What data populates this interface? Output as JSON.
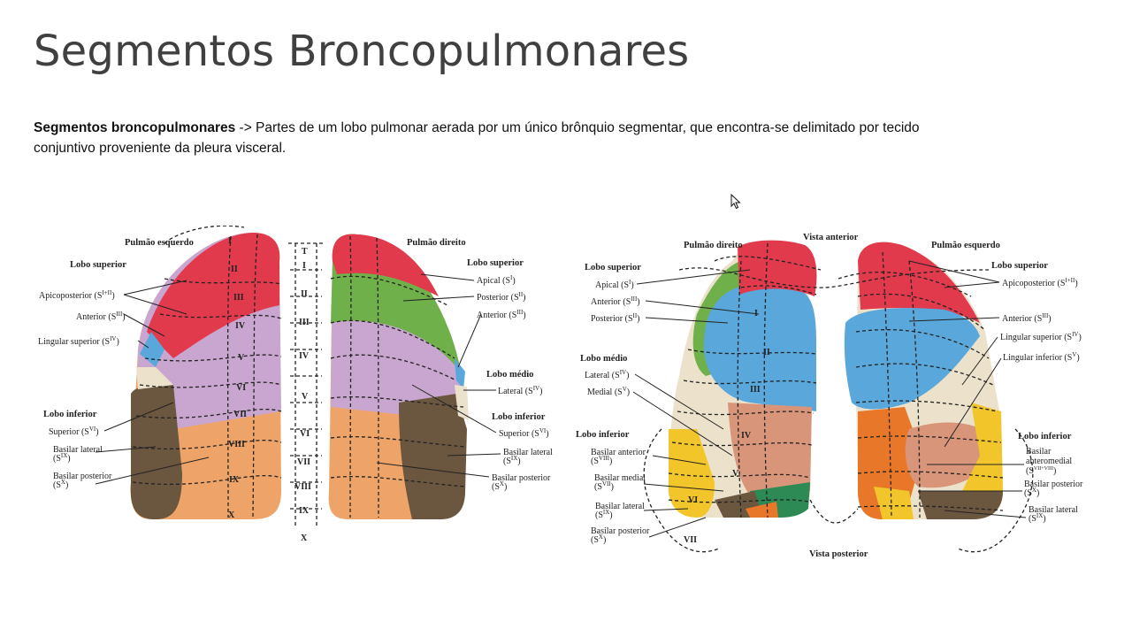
{
  "slide": {
    "title": "Segmentos Broncopulmonares",
    "description_term": "Segmentos broncopulmonares",
    "description_text": " -> Partes de um lobo pulmonar aerada por um único brônquio segmentar, que encontra-se delimitado por tecido conjuntivo proveniente da pleura visceral."
  },
  "left_figure": {
    "left_lung_title": "Pulmão esquerdo",
    "right_lung_title": "Pulmão direito",
    "left_labels": {
      "lobo_superior": "Lobo superior",
      "apicoposterior": "Apicoposterior (S",
      "apicoposterior_sup": "I+II",
      "anterior": "Anterior (S",
      "anterior_sup": "III",
      "lingular_superior": "Lingular superior (S",
      "lingular_superior_sup": "IV",
      "lobo_inferior": "Lobo inferior",
      "superior": "Superior (S",
      "superior_sup": "VI",
      "basilar_lateral": "Basilar lateral",
      "basilar_lateral_code": "(S",
      "basilar_lateral_sup": "IX",
      "basilar_posterior": "Basilar posterior",
      "basilar_posterior_code": "(S",
      "basilar_posterior_sup": "X"
    },
    "right_labels": {
      "lobo_superior": "Lobo superior",
      "apical": "Apical (S",
      "apical_sup": "I",
      "posterior": "Posterior (S",
      "posterior_sup": "II",
      "anterior": "Anterior (S",
      "anterior_sup": "III",
      "lobo_medio": "Lobo médio",
      "lateral": "Lateral (S",
      "lateral_sup": "IV",
      "lobo_inferior": "Lobo inferior",
      "superior": "Superior (S",
      "superior_sup": "VI",
      "basilar_lateral": "Basilar lateral",
      "basilar_lateral_code": "(S",
      "basilar_lateral_sup": "IX",
      "basilar_posterior": "Basilar posterior",
      "basilar_posterior_code": "(S",
      "basilar_posterior_sup": "X"
    },
    "numerals_left": [
      "I",
      "II",
      "III",
      "IV",
      "V",
      "VI",
      "VII",
      "VIII",
      "IX",
      "X"
    ],
    "vertebrae": [
      "T",
      "I",
      "II",
      "III",
      "IV",
      "V",
      "VI",
      "VII",
      "VIII",
      "IX",
      "X"
    ]
  },
  "right_figure": {
    "view_top": "Vista anterior",
    "view_bottom": "Vista posterior",
    "right_lung_title": "Pulmão direito",
    "left_lung_title": "Pulmão esquerdo",
    "left_labels": {
      "lobo_superior": "Lobo superior",
      "apical": "Apical (S",
      "apical_sup": "I",
      "anterior": "Anterior (S",
      "anterior_sup": "III",
      "posterior": "Posterior (S",
      "posterior_sup": "II",
      "lobo_medio": "Lobo médio",
      "lateral": "Lateral (S",
      "lateral_sup": "IV",
      "medial": "Medial (S",
      "medial_sup": "V",
      "lobo_inferior": "Lobo inferior",
      "basilar_anterior": "Basilar anterior",
      "basilar_anterior_code": "(S",
      "basilar_anterior_sup": "VIII",
      "basilar_medial": "Basilar medial",
      "basilar_medial_code": "(S",
      "basilar_medial_sup": "VII",
      "basilar_lateral": "Basilar lateral",
      "basilar_lateral_code": "(S",
      "basilar_lateral_sup": "IX",
      "basilar_posterior": "Basilar posterior",
      "basilar_posterior_code": "(S",
      "basilar_posterior_sup": "X"
    },
    "right_labels": {
      "lobo_superior": "Lobo superior",
      "apicoposterior": "Apicoposterior (S",
      "apicoposterior_sup": "I+II",
      "anterior": "Anterior (S",
      "anterior_sup": "III",
      "lingular_superior": "Lingular superior (S",
      "lingular_superior_sup": "IV",
      "lingular_inferior": "Lingular inferior (S",
      "lingular_inferior_sup": "V",
      "lobo_inferior": "Lobo inferior",
      "basilar_anteromedial_1": "Basilar",
      "basilar_anteromedial_2": "anteromedial",
      "basilar_anteromedial_code": "(S",
      "basilar_anteromedial_sup": "VII+VIII",
      "basilar_posterior": "Basilar posterior",
      "basilar_posterior_code": "(S",
      "basilar_posterior_sup": "X",
      "basilar_lateral": "Basilar lateral",
      "basilar_lateral_code": "(S",
      "basilar_lateral_sup": "IX"
    },
    "numerals": [
      "I",
      "II",
      "III",
      "IV",
      "V",
      "VI",
      "VII"
    ]
  },
  "colors": {
    "red": "#e23a4d",
    "lilac": "#c9a6cf",
    "green": "#6fb04a",
    "blue": "#5aa7dc",
    "brown": "#6b5640",
    "tan": "#b79a78",
    "orange_tan": "#eea468",
    "salmon": "#d9957a",
    "cream": "#ece2cc",
    "yellow": "#f2c62a",
    "dark_orange": "#e9772a",
    "dark_green": "#2e8a55"
  }
}
